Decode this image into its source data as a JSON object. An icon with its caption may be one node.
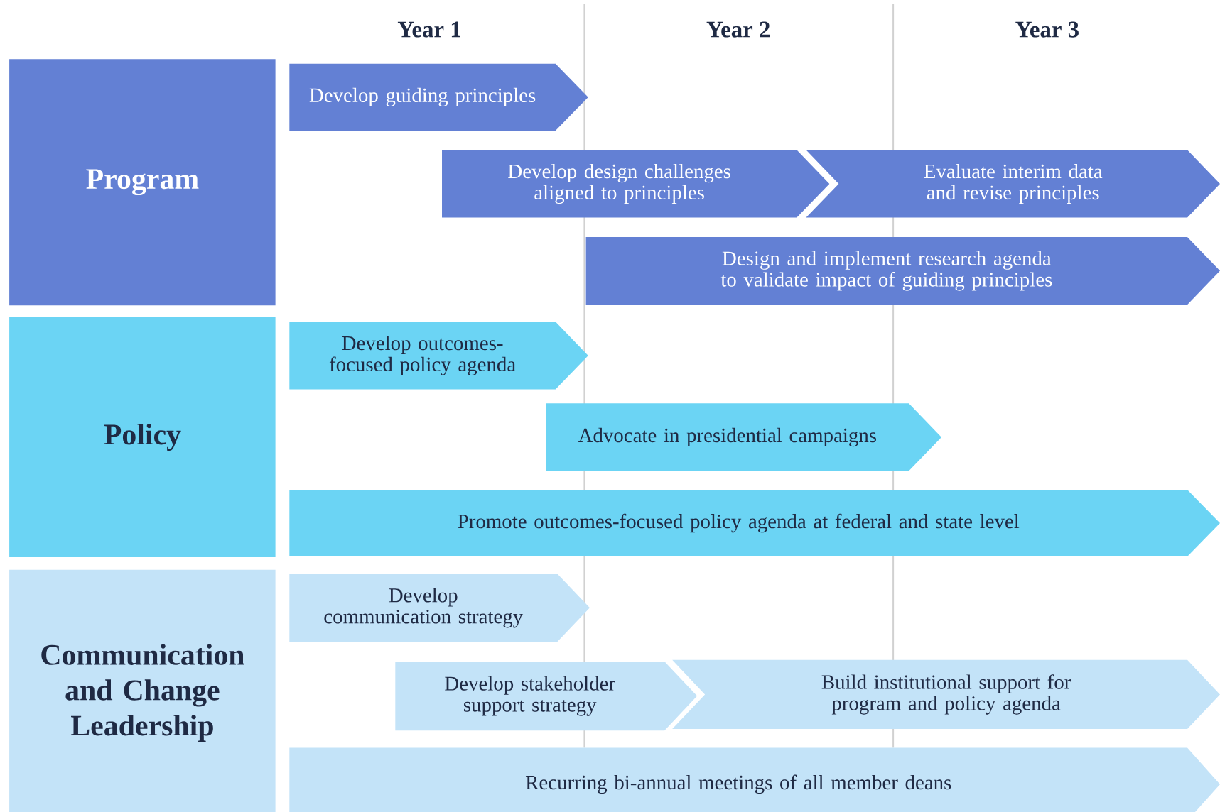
{
  "diagram": {
    "nodes": [
      {
        "text": [
          "Program"
        ]
      },
      {
        "text": [
          "Develop guiding principles"
        ]
      },
      {
        "text": [
          "Develop design challenges aligned to principles"
        ]
      },
      {
        "text": [
          "Evaluate interim data and revise principles"
        ]
      },
      {
        "text": [
          "Design and implement research agenda to validate impact of guiding principles"
        ]
      },
      {
        "text": [
          "Policy"
        ]
      },
      {
        "text": [
          "Develop outcomes-focused policy agenda"
        ]
      },
      {
        "text": [
          "Advocate in presidential campaigns"
        ]
      },
      {
        "text": [
          "Promote outcomes-focused policy agenda at federal and state level"
        ]
      },
      {
        "text": [
          "Communication and Change Leadership"
        ]
      },
      {
        "text": [
          "Develop communication strategy"
        ]
      },
      {
        "text": [
          "Develop stakeholder support strategy"
        ]
      },
      {
        "text": [
          "Build institutional support for program and policy agenda"
        ]
      },
      {
        "text": [
          "Recurring bi-annual meetings of all member deans"
        ]
      }
    ],
    "labels": [
      "Year 1",
      "Year 2",
      "Year 3"
    ]
  }
}
